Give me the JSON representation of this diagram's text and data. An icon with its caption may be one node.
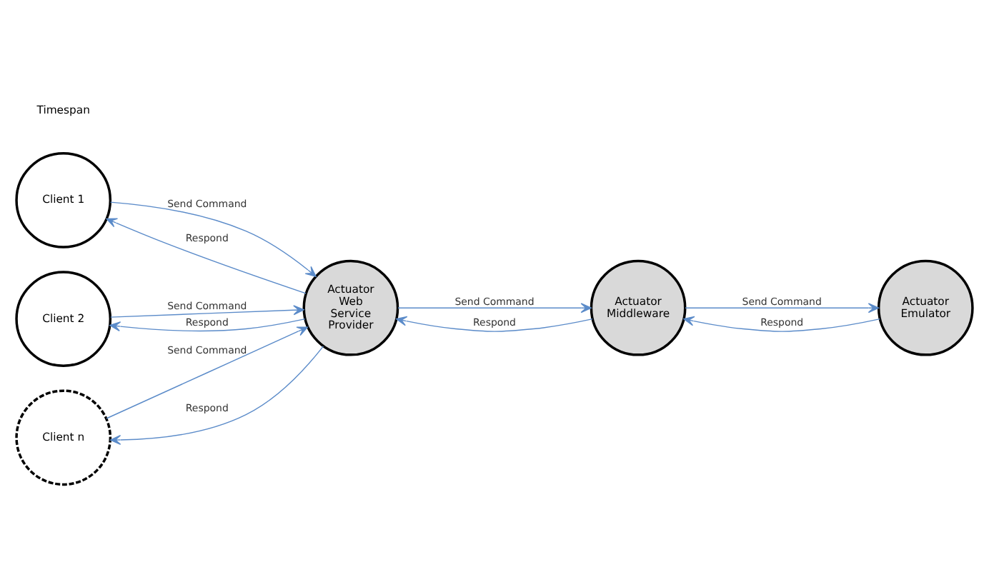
{
  "diagram": {
    "nodes": [
      {
        "text": [
          "Client 1"
        ]
      },
      {
        "text": [
          "Client 2"
        ]
      },
      {
        "text": [
          "Client n"
        ]
      },
      {
        "text": [
          "Actuator Web Service Provider"
        ]
      },
      {
        "text": [
          "Actuator Middleware"
        ]
      },
      {
        "text": [
          "Actuator Emulator"
        ]
      }
    ],
    "edges": [
      {
        "from": 3,
        "to": 0,
        "arrow": "to",
        "label": "Respond"
      },
      {
        "from": 0,
        "to": 3,
        "arrow": "to",
        "label": "Send Command"
      },
      {
        "from": 3,
        "to": 1,
        "arrow": "to",
        "label": "Respond"
      },
      {
        "from": 1,
        "to": 3,
        "arrow": "to",
        "label": "Send Command"
      },
      {
        "from": 3,
        "to": 2,
        "arrow": "to",
        "label": "Respond"
      },
      {
        "from": 2,
        "to": 3,
        "arrow": "to",
        "label": "Send Command"
      },
      {
        "from": 4,
        "to": 3,
        "arrow": "to",
        "label": "Respond"
      },
      {
        "from": 3,
        "to": 4,
        "arrow": "to",
        "label": "Send Command"
      },
      {
        "from": 5,
        "to": 4,
        "arrow": "to",
        "label": "Respond"
      },
      {
        "from": 4,
        "to": 5,
        "arrow": "to",
        "label": "Send Command"
      }
    ],
    "labels": [
      "Timespan"
    ]
  }
}
